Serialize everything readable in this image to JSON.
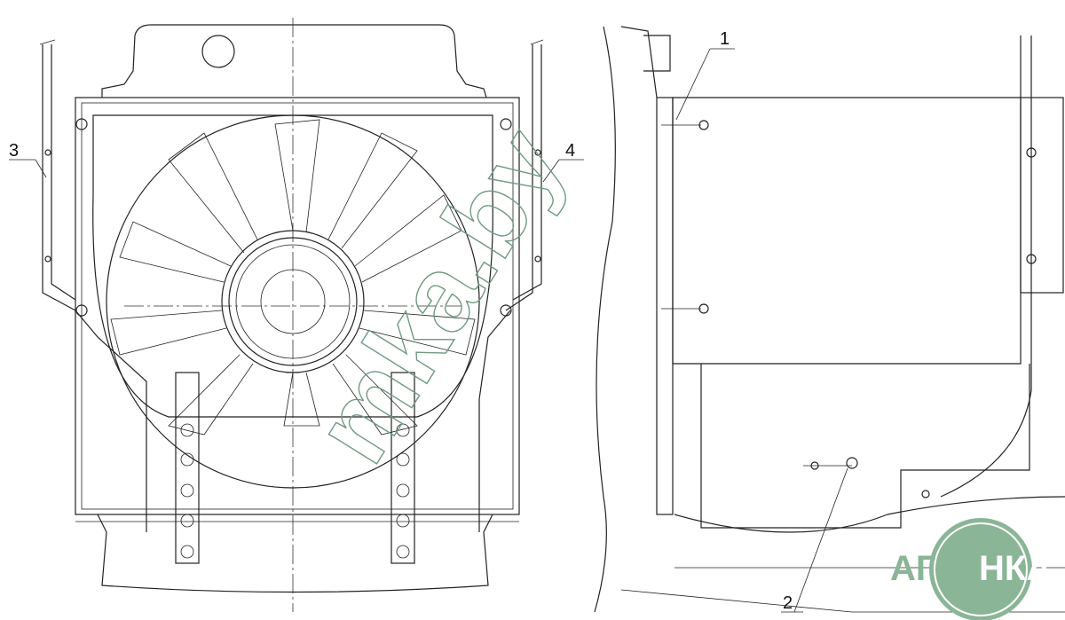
{
  "callouts": {
    "label_1": "1",
    "label_2": "2",
    "label_3": "3",
    "label_4": "4"
  },
  "watermark": {
    "text": "mka.by"
  },
  "logo": {
    "left_text": "АГРО",
    "circle_text": "НКА",
    "color": "#8ab596"
  }
}
